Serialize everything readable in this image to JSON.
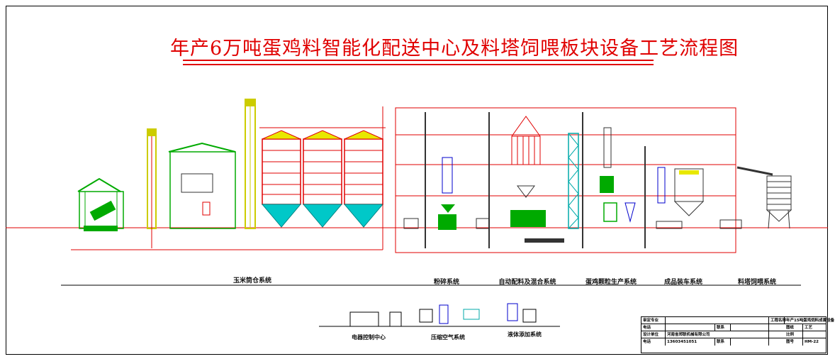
{
  "title": "年产6万吨蛋鸡料智能化配送中心及料塔饲喂板块设备工艺流程图",
  "sections": [
    {
      "id": "corn",
      "label": "玉米筒仓系统"
    },
    {
      "id": "crush",
      "label": "粉碎系统"
    },
    {
      "id": "batch",
      "label": "自动配料及混合系统"
    },
    {
      "id": "pellet",
      "label": "蛋鸡颗粒生产系统"
    },
    {
      "id": "product",
      "label": "成品装车系统"
    },
    {
      "id": "feed",
      "label": "料塔饲喂系统"
    }
  ],
  "aux_systems": [
    {
      "id": "control",
      "label": "电器控制中心"
    },
    {
      "id": "air",
      "label": "压缩空气系统"
    },
    {
      "id": "liquid",
      "label": "液体添加系统"
    }
  ],
  "colors": {
    "primary": "#e00000",
    "structure": "#00aa00",
    "support": "#cccc00",
    "silo_bottom": "#00c8c8",
    "tower": "#00aaaa"
  },
  "title_block": {
    "rows": [
      [
        "审定专业",
        "",
        "",
        ""
      ],
      [
        "电话",
        "",
        "联系",
        ""
      ],
      [
        "设计单位",
        "河南省郑联机械有限公司",
        "",
        ""
      ],
      [
        "电话",
        "13603451051",
        "联系",
        ""
      ]
    ],
    "project_label": "工程名称",
    "project_name": "年产15吨蛋鸡饲料成套设备",
    "drawing_label": "图纸",
    "drawing_value": "工艺",
    "scale_label": "比例",
    "scale_value": "",
    "number_label": "图号",
    "number_value": "HM-22"
  }
}
